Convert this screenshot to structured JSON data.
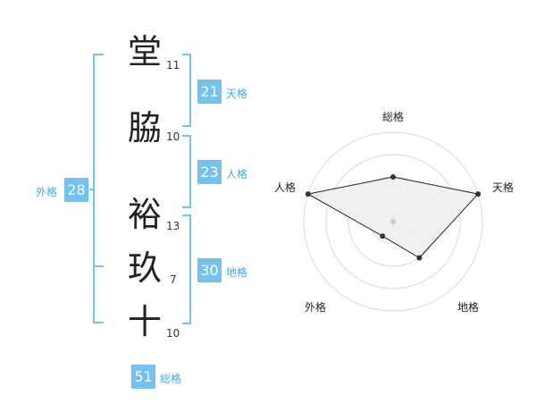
{
  "name": {
    "characters": [
      {
        "char": "堂",
        "strokes": "11"
      },
      {
        "char": "脇",
        "strokes": "10"
      },
      {
        "char": "裕",
        "strokes": "13"
      },
      {
        "char": "玖",
        "strokes": "7"
      },
      {
        "char": "十",
        "strokes": "10"
      }
    ]
  },
  "fortunes": {
    "tenkaku": {
      "value": "21",
      "label": "天格"
    },
    "jinkaku": {
      "value": "23",
      "label": "人格"
    },
    "chikaku": {
      "value": "30",
      "label": "地格"
    },
    "gaikaku": {
      "value": "28",
      "label": "外格"
    },
    "soukaku": {
      "value": "51",
      "label": "総格"
    }
  },
  "colors": {
    "accent": "#73c2f0",
    "accent_text": "#45a7e8",
    "radar_fill": "#ededed",
    "radar_line": "#222222"
  },
  "chart_data": {
    "type": "radar",
    "axes": [
      "総格",
      "天格",
      "地格",
      "外格",
      "人格"
    ],
    "values": [
      0.5,
      1.0,
      0.5,
      0.2,
      1.0
    ],
    "rings": 4,
    "range": [
      0,
      1
    ]
  }
}
